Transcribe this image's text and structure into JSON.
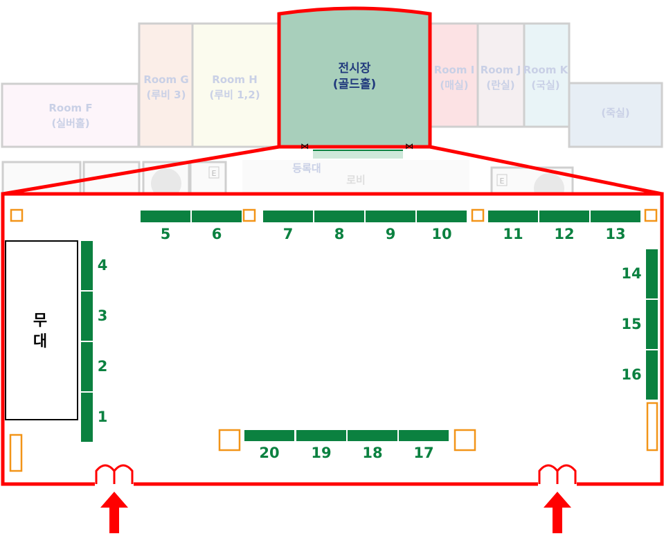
{
  "rooms": {
    "room_f": {
      "name": "Room F",
      "sub": "(실버홀)"
    },
    "room_g": {
      "name": "Room G",
      "sub": "(루비 3)"
    },
    "room_h": {
      "name": "Room H",
      "sub": "(루비 1,2)"
    },
    "room_i": {
      "name": "Room I",
      "sub": "(매실)"
    },
    "room_j": {
      "name": "Room J",
      "sub": "(란실)"
    },
    "room_k": {
      "name": "Room K",
      "sub": "(국실)"
    },
    "room_jook": {
      "sub": "(죽실)"
    },
    "exhibition": {
      "name": "전시장",
      "sub": "(골드홀)"
    },
    "registration": "등록대",
    "lobby": "로비",
    "elevator": "E"
  },
  "stage": {
    "line1": "무",
    "line2": "대"
  },
  "booths": {
    "top": [
      "5",
      "6",
      "7",
      "8",
      "9",
      "10",
      "11",
      "12",
      "13"
    ],
    "left": [
      "4",
      "3",
      "2",
      "1"
    ],
    "right": [
      "14",
      "15",
      "16"
    ],
    "bottom": [
      "20",
      "19",
      "18",
      "17"
    ]
  },
  "colors": {
    "highlight": "#ff0000",
    "booth": "#0b8140",
    "pillar": "#f29418",
    "hall": "#a8cfbb"
  }
}
